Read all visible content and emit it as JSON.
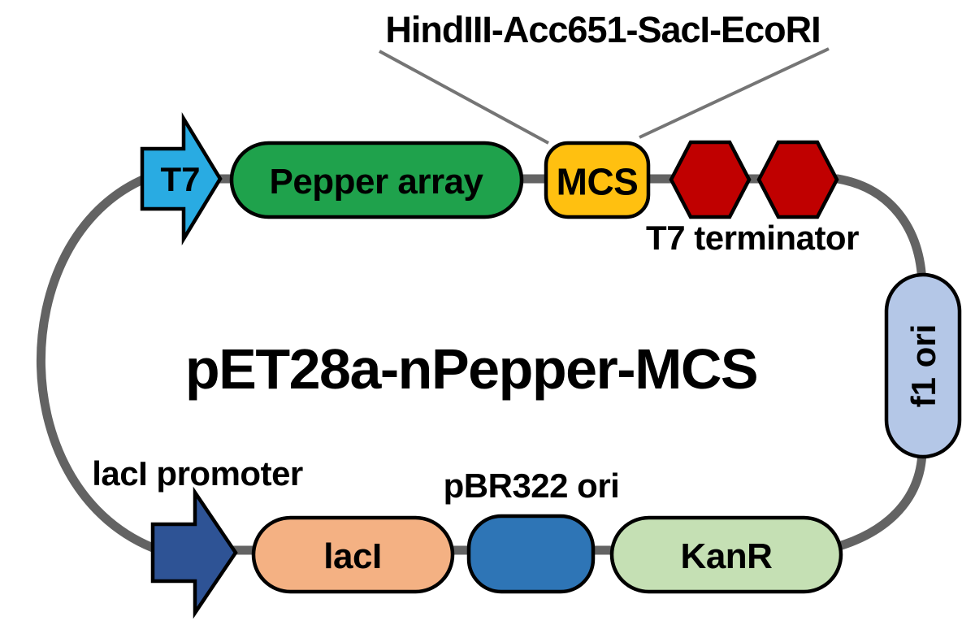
{
  "diagram": {
    "title": "pET28a-nPepper-MCS",
    "callout_label": "HindIII-Acc651-SacI-EcoRI",
    "features": {
      "t7_promoter": "T7",
      "pepper_array": "Pepper array",
      "mcs": "MCS",
      "t7_terminator": "T7 terminator",
      "f1_ori": "f1 ori",
      "laci_promoter": "lacI promoter",
      "laci": "lacI",
      "pbr322_ori": "pBR322 ori",
      "kanr": "KanR"
    },
    "colors": {
      "backbone": "#636363",
      "callout_line": "#757575",
      "outline": "#000000",
      "t7_arrow": "#29ABE2",
      "pepper_array": "#1FA24C",
      "mcs": "#FFC010",
      "terminator_hex": "#C00000",
      "f1_ori": "#B4C7E7",
      "laci_arrow": "#2E5395",
      "laci": "#F4B183",
      "pbr322_ori": "#2E75B6",
      "kanr": "#C5E0B4"
    }
  }
}
